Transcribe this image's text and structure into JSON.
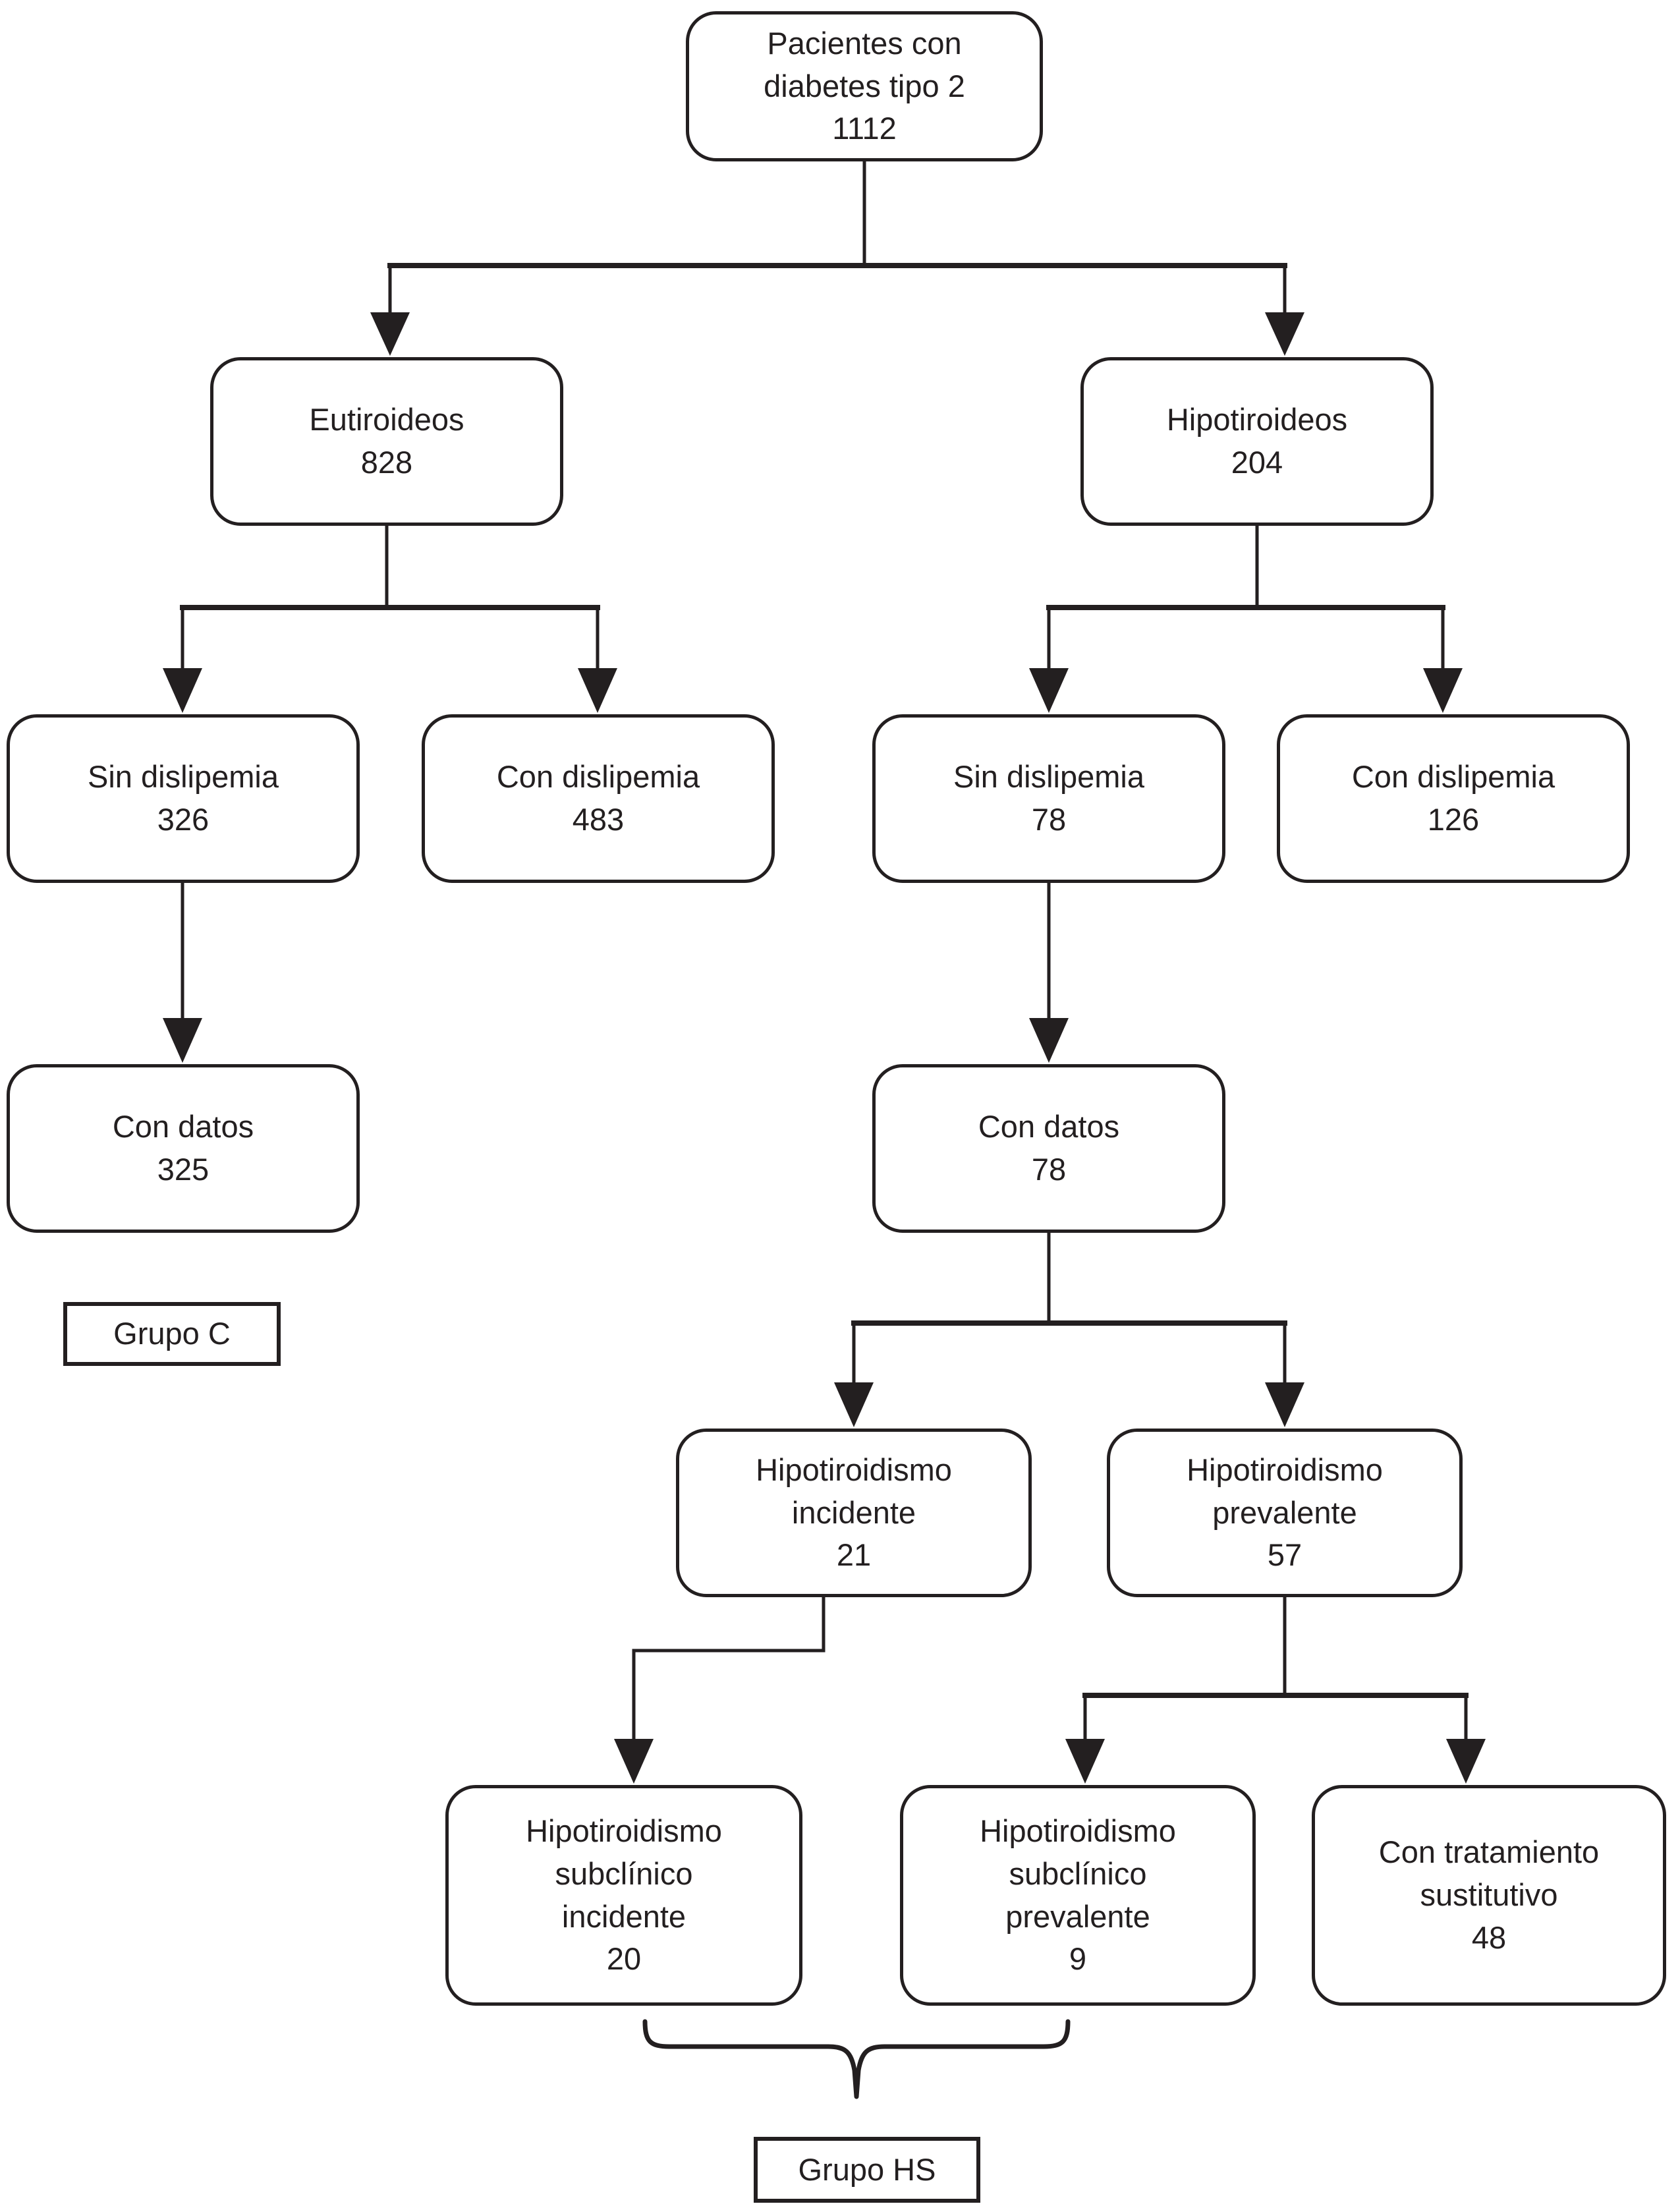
{
  "diagram": {
    "colors": {
      "line": "#231f20",
      "box_background": "#ffffff",
      "text": "#231f20"
    },
    "nodes": {
      "root": {
        "lines": [
          "Pacientes con",
          "diabetes tipo 2",
          "1112"
        ]
      },
      "eutiroideos": {
        "lines": [
          "Eutiroideos",
          "828"
        ]
      },
      "hipotiroideos": {
        "lines": [
          "Hipotiroideos",
          "204"
        ]
      },
      "sin_dislipemia_eutiroideos": {
        "lines": [
          "Sin dislipemia",
          "326"
        ]
      },
      "con_dislipemia_eutiroideos": {
        "lines": [
          "Con dislipemia",
          "483"
        ]
      },
      "sin_dislipemia_hipotiroideos": {
        "lines": [
          "Sin dislipemia",
          "78"
        ]
      },
      "con_dislipemia_hipotiroideos": {
        "lines": [
          "Con dislipemia",
          "126"
        ]
      },
      "con_datos_eutiroideos": {
        "lines": [
          "Con datos",
          "325"
        ]
      },
      "con_datos_hipotiroideos": {
        "lines": [
          "Con datos",
          "78"
        ]
      },
      "grupo_c": {
        "lines": [
          "Grupo C"
        ]
      },
      "hipotiroidismo_incidente": {
        "lines": [
          "Hipotiroidismo",
          "incidente",
          "21"
        ]
      },
      "hipotiroidismo_prevalente": {
        "lines": [
          "Hipotiroidismo",
          "prevalente",
          "57"
        ]
      },
      "subclinico_incidente": {
        "lines": [
          "Hipotiroidismo",
          "subclínico",
          "incidente",
          "20"
        ]
      },
      "subclinico_prevalente": {
        "lines": [
          "Hipotiroidismo",
          "subclínico",
          "prevalente",
          "9"
        ]
      },
      "tratamiento_sustitutivo": {
        "lines": [
          "Con tratamiento",
          "sustitutivo",
          "48"
        ]
      },
      "grupo_hs": {
        "lines": [
          "Grupo HS"
        ]
      }
    }
  }
}
